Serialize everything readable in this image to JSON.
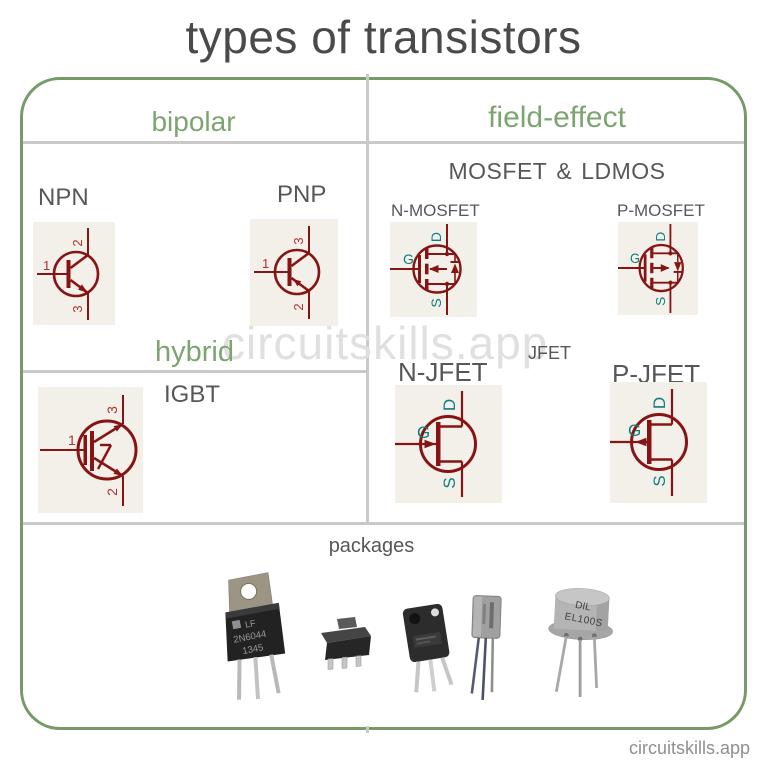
{
  "title": "types of transistors",
  "watermark_text": "circuitskills.app",
  "footer_text": "circuitskills.app",
  "colors": {
    "accent_green": "#769b68",
    "green_text": "#7da571",
    "symbol_red": "#871414",
    "pin_number_red": "#b13030",
    "pin_name_teal": "#0f7e7e",
    "divider_gray": "#c9c9c9",
    "symbol_bg": "#f2f0e9",
    "title_color": "#4a4a4a",
    "label_color": "#575757",
    "watermark_color": "#e0e0e0",
    "footer_color": "#8f8f8f"
  },
  "headers": {
    "bipolar": "bipolar",
    "field_effect": "field-effect",
    "mosfet_left": "MOSFET",
    "mosfet_amp": "&",
    "mosfet_right": "LDMOS",
    "hybrid": "hybrid",
    "jfet": "JFET",
    "packages": "packages"
  },
  "symbols": {
    "npn": {
      "label": "NPN",
      "pin_left": "1",
      "pin_top": "2",
      "pin_bottom": "3"
    },
    "pnp": {
      "label": "PNP",
      "pin_left": "1",
      "pin_top": "3",
      "pin_bottom": "2"
    },
    "igbt": {
      "label": "IGBT",
      "pin_left": "1",
      "pin_top": "3",
      "pin_bottom": "2"
    },
    "n_mosfet": {
      "label": "N-MOSFET",
      "pin_left": "G",
      "pin_top": "D",
      "pin_bottom": "S"
    },
    "p_mosfet": {
      "label": "P-MOSFET",
      "pin_left": "G",
      "pin_top": "D",
      "pin_bottom": "S"
    },
    "n_jfet": {
      "label": "N-JFET",
      "pin_left": "G",
      "pin_top": "D",
      "pin_bottom": "S"
    },
    "p_jfet": {
      "label": "P-JFET",
      "pin_left": "G",
      "pin_top": "D",
      "pin_bottom": "S"
    }
  },
  "package_photos": {
    "to220": {
      "marking1": "LF",
      "marking2": "2N6044",
      "marking3": "1345"
    },
    "metal_can": {
      "marking1": "DIL",
      "marking2": "EL100S"
    }
  }
}
